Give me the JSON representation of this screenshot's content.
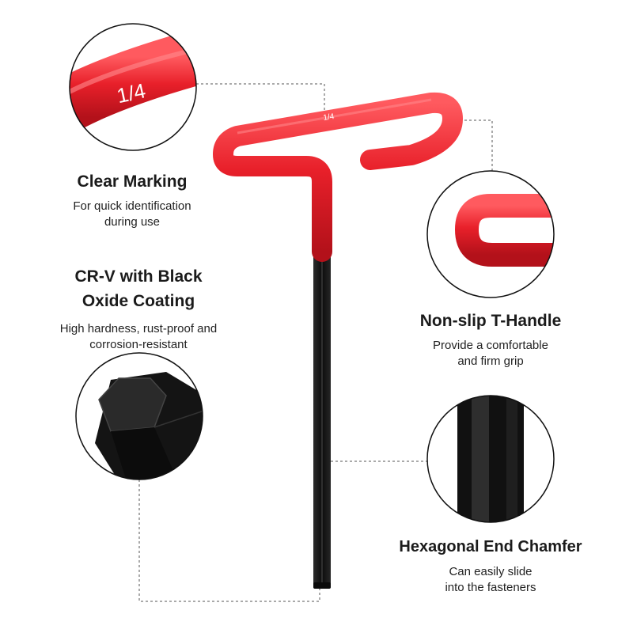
{
  "features": {
    "clear_marking": {
      "title": "Clear Marking",
      "desc": "For quick identification\nduring use"
    },
    "crv_coating": {
      "title": "CR-V with Black\nOxide Coating",
      "desc": "High hardness, rust-proof and\ncorrosion-resistant"
    },
    "non_slip": {
      "title": "Non-slip T-Handle",
      "desc": "Provide a comfortable\nand firm grip"
    },
    "hex_chamfer": {
      "title": "Hexagonal End Chamfer",
      "desc": "Can easily slide\ninto the fasteners"
    }
  },
  "size_marking": "1/4",
  "colors": {
    "handle_red": "#e8202a",
    "shaft_black": "#151515",
    "circle_outline": "#111111"
  }
}
